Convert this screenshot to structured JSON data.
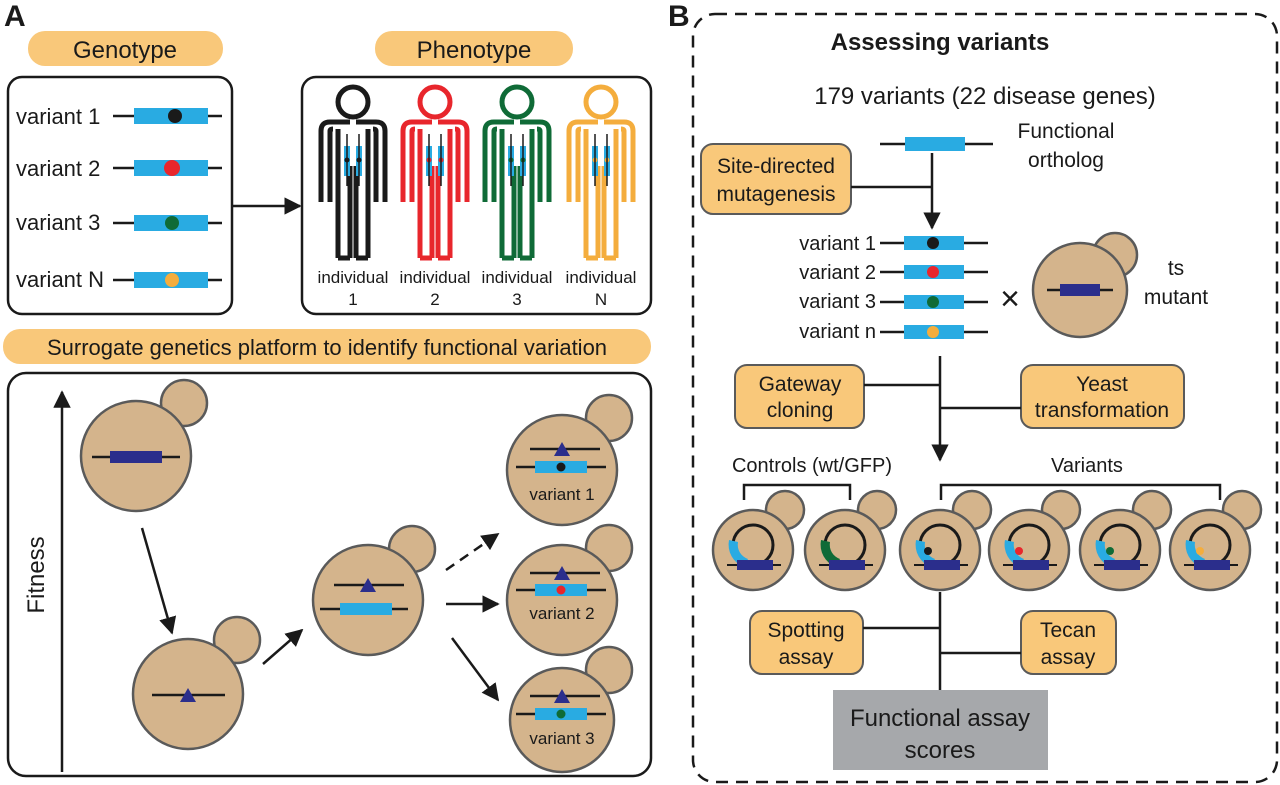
{
  "panel_a": {
    "letter": "A",
    "genotype_label": "Genotype",
    "phenotype_label": "Phenotype",
    "variants": [
      "variant 1",
      "variant 2",
      "variant 3",
      "variant N"
    ],
    "individuals": [
      {
        "word": "individual",
        "num": "1"
      },
      {
        "word": "individual",
        "num": "2"
      },
      {
        "word": "individual",
        "num": "3"
      },
      {
        "word": "individual",
        "num": "N"
      }
    ],
    "platform_title": "Surrogate genetics platform to identify functional variation",
    "y_axis_label": "Fitness",
    "cell_variants": [
      "variant 1",
      "variant 2",
      "variant 3"
    ]
  },
  "panel_b": {
    "letter": "B",
    "title": "Assessing variants",
    "count_line": "179 variants (22 disease genes)",
    "ortholog_lines": [
      "Functional",
      "ortholog"
    ],
    "mutagenesis_lines": [
      "Site-directed",
      "mutagenesis"
    ],
    "variants": [
      "variant 1",
      "variant 2",
      "variant 3",
      "variant n"
    ],
    "cross_symbol": "×",
    "ts_mutant_lines": [
      "ts",
      "mutant"
    ],
    "gateway_lines": [
      "Gateway",
      "cloning"
    ],
    "yeast_lines": [
      "Yeast",
      "transformation"
    ],
    "controls_label": "Controls (wt/GFP)",
    "variants_label": "Variants",
    "spotting_lines": [
      "Spotting",
      "assay"
    ],
    "tecan_lines": [
      "Tecan",
      "assay"
    ],
    "scores_lines": [
      "Functional assay",
      "scores"
    ]
  },
  "colors": {
    "orange_fill": "#f9c87a",
    "cell_fill": "#d4b48c",
    "gene_light_blue": "#29abe2",
    "gene_dark_blue": "#2b2e8c",
    "black": "#1a1a1a",
    "red": "#e8262c",
    "green": "#0f6b37",
    "yellow": "#f4ad3d",
    "gray_box": "#a6a8ab"
  }
}
